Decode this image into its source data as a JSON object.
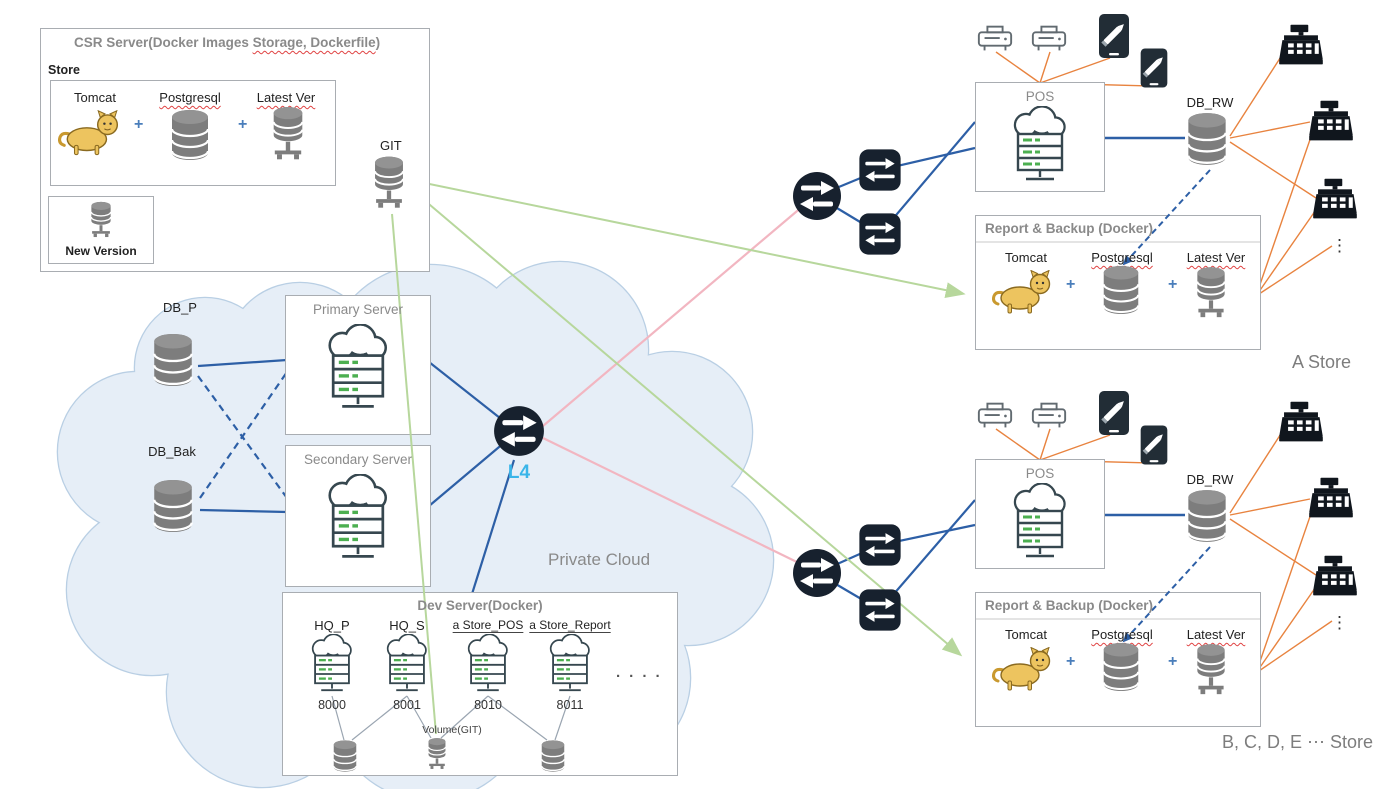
{
  "csr": {
    "title_prefix": "CSR Server(Docker Images ",
    "title_marked": "Storage, Dockerfile",
    "title_suffix": ")",
    "store_label": "Store",
    "new_version_label": "New Version",
    "git_label": "GIT"
  },
  "components": {
    "tomcat": "Tomcat",
    "postgresql": "Postgresql",
    "latest_ver": "Latest Ver",
    "plus": "+"
  },
  "cloud": {
    "label": "Private Cloud",
    "db_p": "DB_P",
    "db_bak": "DB_Bak",
    "primary_server": "Primary Server",
    "secondary_server": "Secondary Server",
    "l4": "L4"
  },
  "dev": {
    "title": "Dev Server(Docker)",
    "nodes": [
      {
        "label": "HQ_P",
        "port": "8000"
      },
      {
        "label": "HQ_S",
        "port": "8001"
      },
      {
        "label": "a Store_POS",
        "port": "8010"
      },
      {
        "label": "a Store_Report",
        "port": "8011"
      }
    ],
    "dots": "· · · ·",
    "volume_label": "Volume(GIT)"
  },
  "stores": [
    {
      "pos_label": "POS",
      "db_label": "DB_RW",
      "report_title": "Report & Backup (Docker)",
      "name": "A Store",
      "more": "⋮"
    },
    {
      "pos_label": "POS",
      "db_label": "DB_RW",
      "report_title": "Report & Backup (Docker)",
      "name": "B, C, D, E ⋯ Store",
      "more": "⋮"
    }
  ],
  "colors": {
    "link_blue": "#2d5fa6",
    "link_pink": "#f2b6c1",
    "link_green": "#b7d79c",
    "link_orange": "#e8833f",
    "title_grey": "#8a8a8a",
    "l4_blue": "#3ab5e9",
    "cloud_fill": "#e6eef7",
    "cloud_stroke": "#b9cfe4"
  }
}
